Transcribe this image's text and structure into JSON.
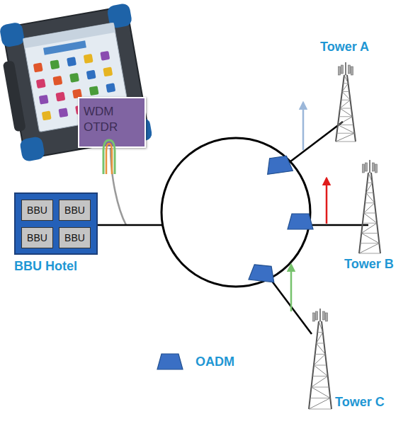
{
  "diagram": {
    "nodes": [
      {
        "text": [
          "WDM OTDR"
        ]
      },
      {
        "text": [
          "BBU Hotel"
        ]
      },
      {
        "text": [
          "BBU"
        ],
        "in": 1
      },
      {
        "text": [
          "BBU"
        ],
        "in": 1
      },
      {
        "text": [
          "BBU"
        ],
        "in": 1
      },
      {
        "text": [
          "BBU"
        ],
        "in": 1
      }
    ],
    "labels": [
      "Tower A",
      "Tower B",
      "Tower C"
    ],
    "legend": [
      {
        "text": "OADM"
      }
    ]
  }
}
